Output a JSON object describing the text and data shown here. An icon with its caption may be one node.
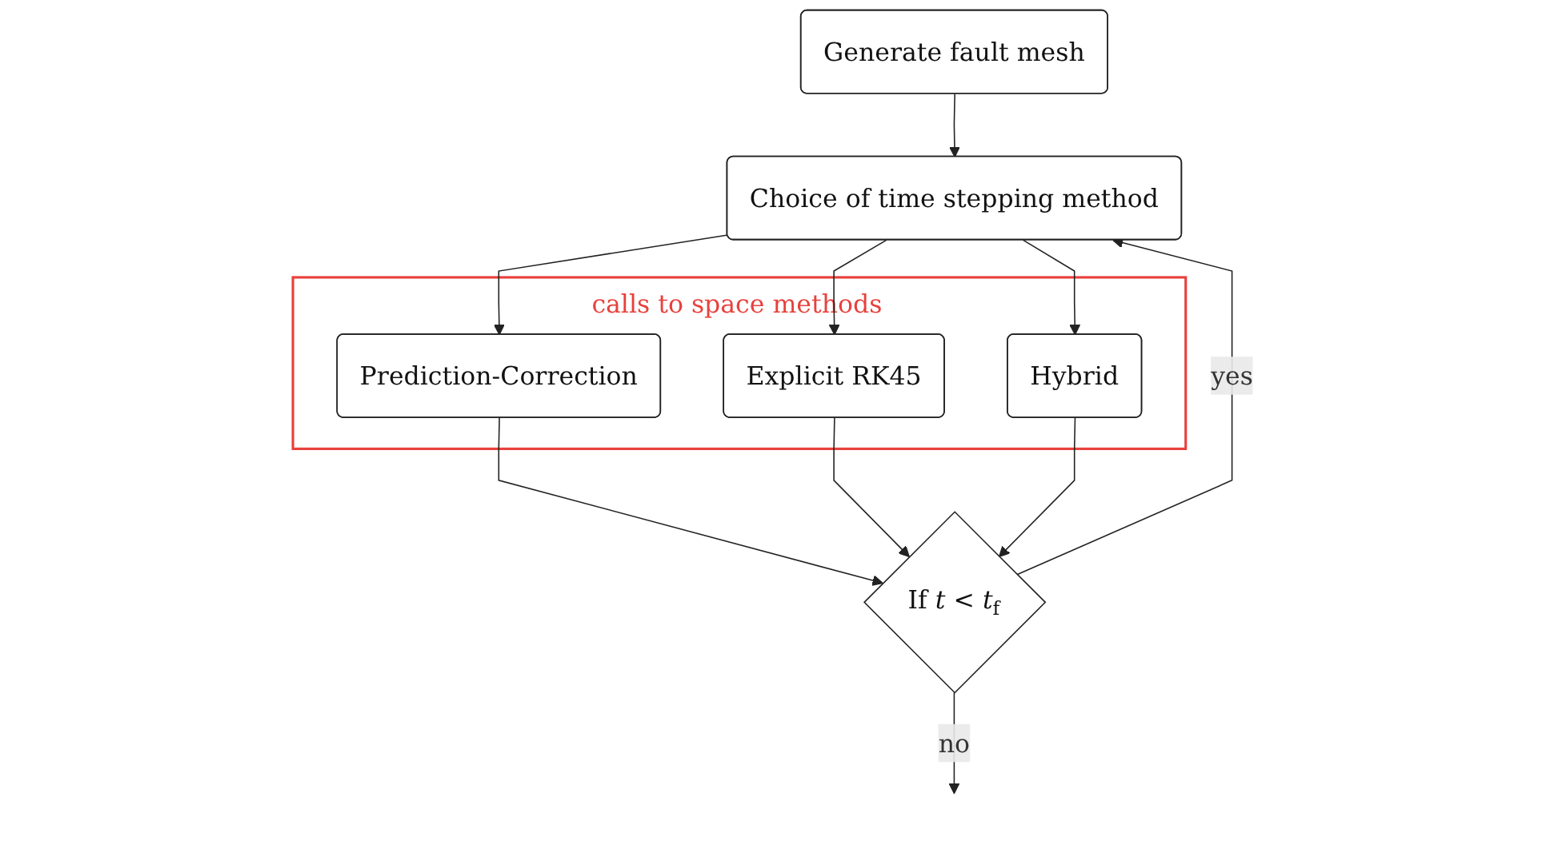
{
  "diagram": {
    "nodes": [
      {
        "text": [
          "Generate fault mesh"
        ]
      },
      {
        "text": [
          "Choice of time stepping method"
        ]
      },
      {
        "text": [
          "calls to space methods"
        ]
      },
      {
        "text": [
          "Prediction-Correction"
        ],
        "in": 2
      },
      {
        "text": [
          "Explicit RK45"
        ],
        "in": 2
      },
      {
        "text": [
          "Hybrid"
        ],
        "in": 2
      },
      {
        "text": [
          "If *t* < *t*$_{f}$"
        ]
      }
    ],
    "edges": [
      {
        "from": 0,
        "to": 1,
        "arrow": "to"
      },
      {
        "from": 6,
        "to": 1,
        "arrow": "to",
        "label": "yes"
      },
      {
        "from": 1,
        "to": 3,
        "arrow": "to"
      },
      {
        "from": 1,
        "to": 4,
        "arrow": "to"
      },
      {
        "from": 1,
        "to": 5,
        "arrow": "to"
      },
      {
        "from": 3,
        "to": 6,
        "arrow": "to"
      },
      {
        "from": 4,
        "to": 6,
        "arrow": "to"
      },
      {
        "from": 5,
        "to": 6,
        "arrow": "to"
      },
      {
        "from": 6,
        "to": null,
        "arrow": "to",
        "label": "no"
      }
    ]
  }
}
